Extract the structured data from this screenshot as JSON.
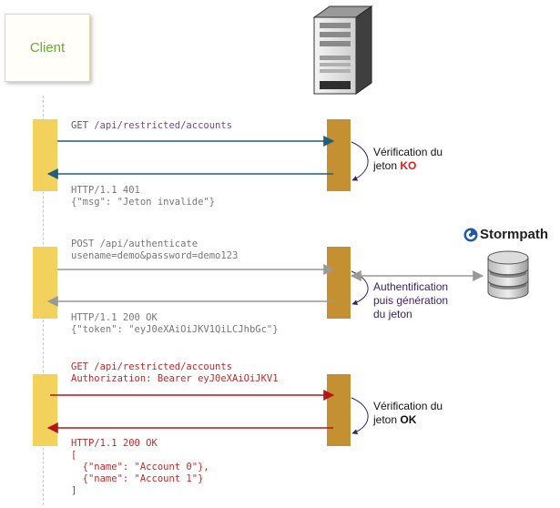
{
  "client": {
    "label": "Client"
  },
  "server": {
    "icon": "server-icon"
  },
  "database": {
    "icon": "database-icon",
    "brand": "Stormpath",
    "brand_color": "#1e5aa8"
  },
  "exchanges": [
    {
      "request": [
        "GET /api/restricted/accounts"
      ],
      "response": [
        "HTTP/1.1 401",
        "{\"msg\": \"Jeton invalide\"}"
      ],
      "note": {
        "text": "Vérification du\njeton ",
        "keyword": "KO"
      },
      "request_color": "#1f5e7e",
      "response_color": "#1f5e7e"
    },
    {
      "request": [
        "POST /api/authenticate",
        "usename=demo&password=demo123"
      ],
      "response": [
        "HTTP/1.1 200 OK",
        "{\"token\": \"eyJ0eXAiOiJKV1QiLCJhbGc\"}"
      ],
      "note": {
        "text": "Authentification\npuis génération\ndu jeton"
      },
      "request_color": "#999999",
      "response_color": "#999999"
    },
    {
      "request": [
        "GET /api/restricted/accounts",
        "Authorization: Bearer eyJ0eXAiOiJKV1"
      ],
      "response": [
        "HTTP/1.1 200 OK",
        "[",
        "  {\"name\": \"Account 0\"},",
        "  {\"name\": \"Account 1\"}",
        "]"
      ],
      "note": {
        "text": "Vérification du\njeton ",
        "keyword": "OK"
      },
      "request_color": "#b3161a",
      "response_color": "#b3161a"
    }
  ]
}
